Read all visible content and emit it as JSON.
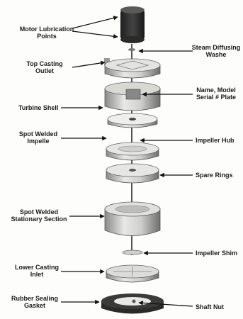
{
  "labels": {
    "motor_lubrication_points": "Motor Lubrication\nPoints",
    "steam_diffusing_washer": "Steam Diffusing\nWashe",
    "top_casting_outlet": "Top Casting\nOutlet",
    "name_model_serial_plate": "Name, Model\nSerial # Plate",
    "turbine_shell": "Turbine Shell",
    "spot_welded_impeller": "Spot Welded\nImpelle",
    "impeller_hub": "Impeller Hub",
    "spare_rings": "Spare Rings",
    "spot_welded_stationary_section": "Spot Welded\nStationary Section",
    "impeller_shim": "Impeller Shim",
    "lower_casting_inlet": "Lower Casting\nInlet",
    "rubber_sealing_gasket": "Rubber Sealing\nGasket",
    "shaft_nut": "Shaft Nut"
  }
}
